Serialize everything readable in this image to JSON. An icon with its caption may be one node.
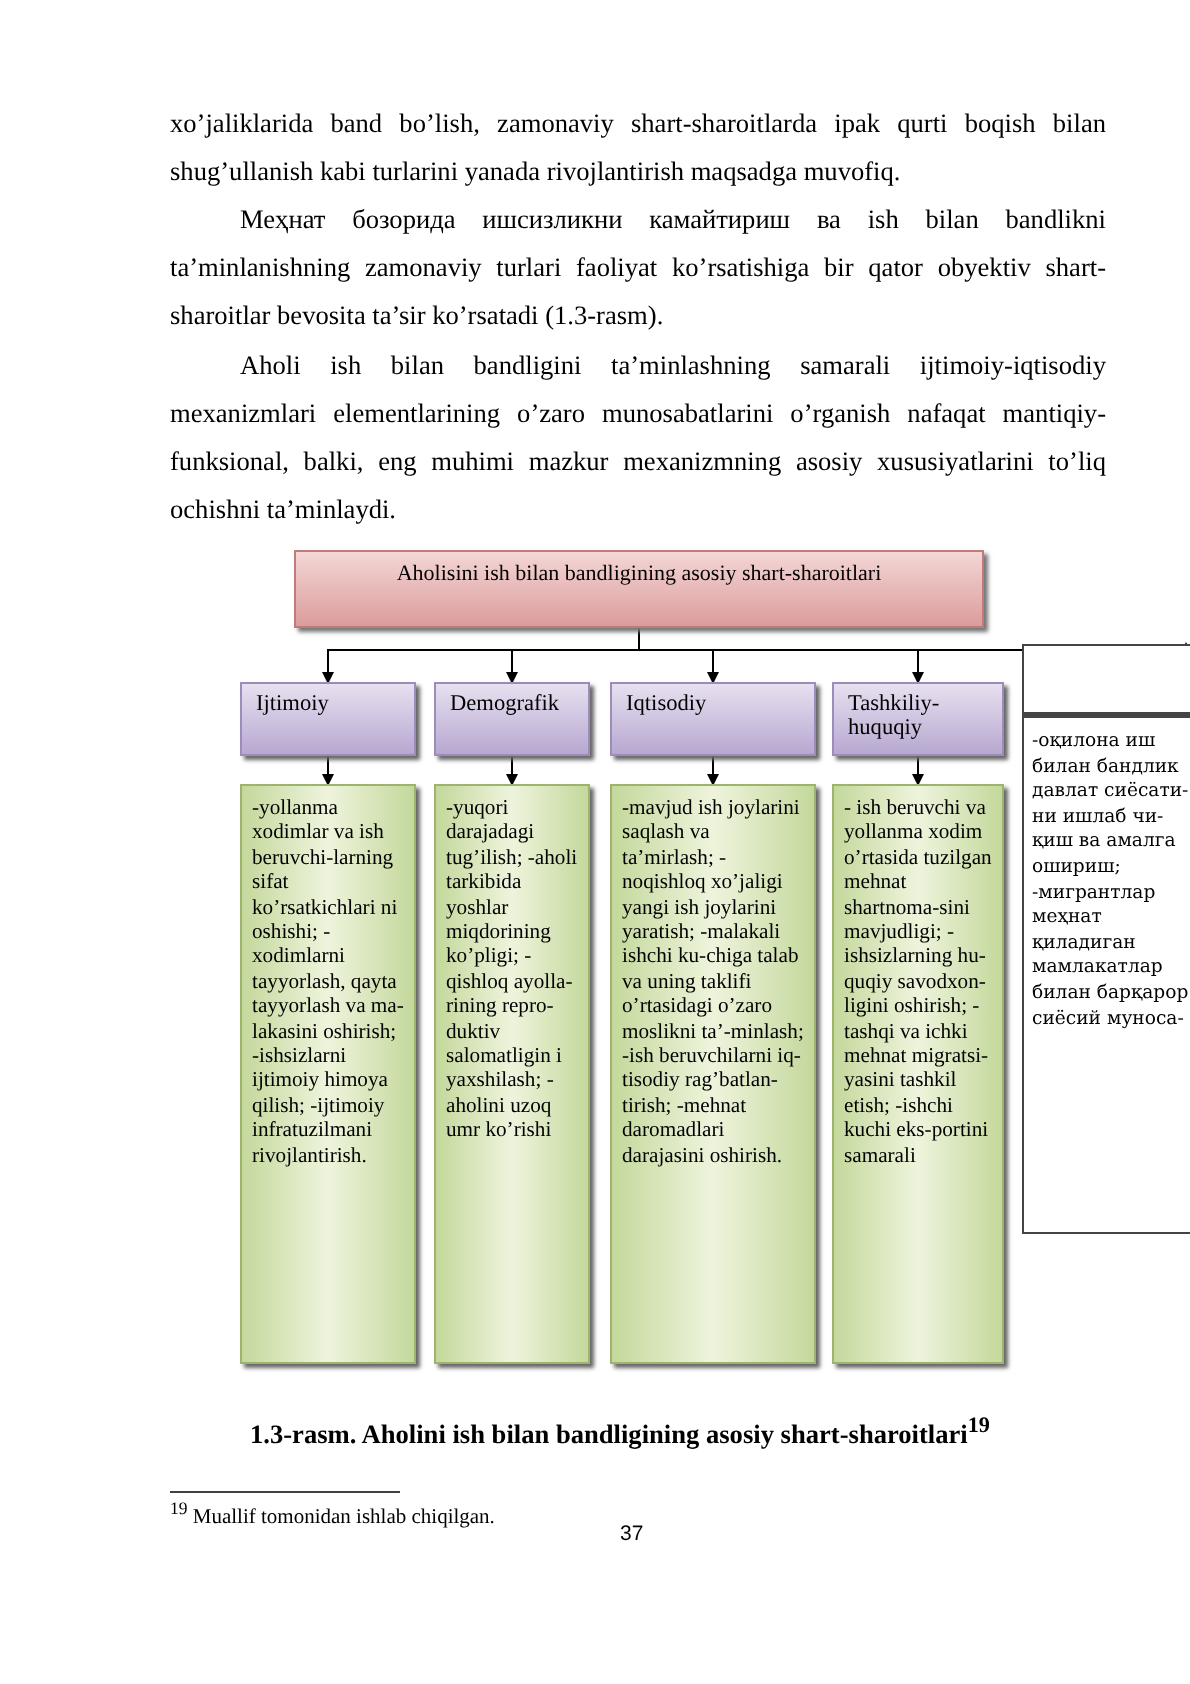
{
  "diagram": {
    "caption": "1.3-rasm. Aholini ish bilan bandligining asosiy shart-sharoitlari$^{19}$",
    "nodes": [
      {
        "text": [
          "Aholisini ish bilan bandligining asosiy shart-sharoitlari"
        ]
      },
      {
        "text": [
          "Ijtimoiy"
        ]
      },
      {
        "text": [
          "Demografik"
        ]
      },
      {
        "text": [
          "Iqtisodiy"
        ]
      },
      {
        "text": [
          "Tashkiliy-huquqiy"
        ]
      },
      {
        "text": [],
        "shape": "box"
      },
      {
        "text": [
          "-yollanma xodimlar va ish beruvchi-larning sifat ko’rsatkichlari ni oshishi; -xodimlarni tayyorlash, qayta tayyorlash va ma-lakasini oshirish; -ishsizlarni ijtimoiy himoya qilish; -ijtimoiy infratuzilmani rivojlantirish."
        ]
      },
      {
        "text": [
          "-yuqori darajadagi tug’ilish; -aholi tarkibida yoshlar miqdorining ko’pligi; -qishloq ayolla-rining repro-duktiv salomatligin i yaxshilash; -aholini uzoq umr ko’rishi"
        ]
      },
      {
        "text": [
          "-mavjud ish joylarini saqlash va ta’mirlash; - noqishloq xo’jaligi yangi ish joylarini yaratish; -malakali ishchi ku-chiga talab va uning taklifi o’rtasidagi o’zaro moslikni ta’-minlash; -ish beruvchilarni iq-tisodiy rag’batlan-tirish; -mehnat daromadlari darajasini oshirish."
        ]
      },
      {
        "text": [
          "- ish beruvchi va yollanma xodim o’rtasida tuzilgan mehnat shartnoma-sini mavjudligi; -ishsizlarning hu-quqiy savodxon-ligini oshirish; -tashqi va ichki mehnat migratsi-yasini tashkil etish; -ishchi kuchi eks-portini samarali"
        ]
      },
      {
        "text": [
          "-оқилона иш билан бандлик давлат сиёсати-ни ишлаб чи-қиш ва амалга ошириш; -мигрантлар меҳнат қиладиган мамлакатлар билан барқарор сиёсий муноса-"
        ]
      }
    ],
    "edges": [
      {
        "from": 0,
        "to": 1,
        "arrow": "to"
      },
      {
        "from": 0,
        "to": 2,
        "arrow": "to"
      },
      {
        "from": 0,
        "to": 3,
        "arrow": "to"
      },
      {
        "from": 0,
        "to": 4,
        "arrow": "to"
      },
      {
        "from": 0,
        "to": 5,
        "arrow": "to"
      },
      {
        "from": 1,
        "to": 6,
        "arrow": "to"
      },
      {
        "from": 2,
        "to": 7,
        "arrow": "to"
      },
      {
        "from": 3,
        "to": 8,
        "arrow": "to"
      },
      {
        "from": 4,
        "to": 9,
        "arrow": "to"
      }
    ],
    "labels": [
      "xo’jaliklarida band bo’lish, zamonaviy shart-sharoitlarda ipak qurti boqish bilan shug’ullanish kabi turlarini yanada rivojlantirish maqsadga muvofiq.",
      "Меҳнат бозорида ишсизликни камайтириш ва ish bilan bandlikni ta’minlanishning zamonaviy turlari faoliyat ko’rsatishiga bir qator obyektiv shart-sharoitlar bevosita ta’sir ko’rsatadi (1.3-rasm).",
      "Aholi ish bilan bandligini ta’minlashning samarali ijtimoiy-iqtisodiy mexanizmlari elementlarining o’zaro munosabatlarini o’rganish nafaqat mantiqiy-funksional, balki, eng muhimi mazkur mexanizmning asosiy xususiyatlarini to’liq ochishni ta’minlaydi.",
      "$^{19}$ Muallif tomonidan ishlab chiqilgan.",
      "37"
    ]
  }
}
